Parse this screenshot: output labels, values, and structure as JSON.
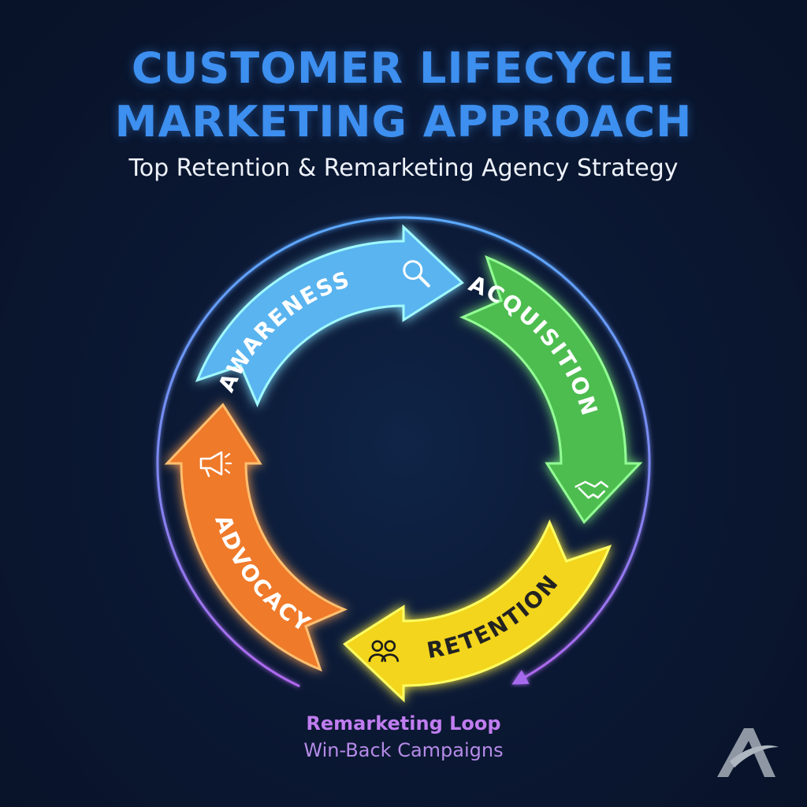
{
  "header": {
    "title_line1": "CUSTOMER LIFECYCLE",
    "title_line2": "MARKETING APPROACH",
    "subtitle": "Top Retention & Remarketing Agency Strategy"
  },
  "stages": [
    {
      "label": "AWARENESS",
      "icon": "magnifier-icon",
      "color": "#5ab4ef"
    },
    {
      "label": "ACQUISITION",
      "icon": "handshake-icon",
      "color": "#4dbd4f"
    },
    {
      "label": "RETENTION",
      "icon": "people-icon",
      "color": "#f2d51c"
    },
    {
      "label": "ADVOCACY",
      "icon": "megaphone-icon",
      "color": "#ef7a2a"
    }
  ],
  "loop": {
    "title": "Remarketing Loop",
    "subtitle": "Win-Back Campaigns",
    "color": "#a66bef"
  },
  "logo": {
    "icon": "brand-a-logo"
  }
}
